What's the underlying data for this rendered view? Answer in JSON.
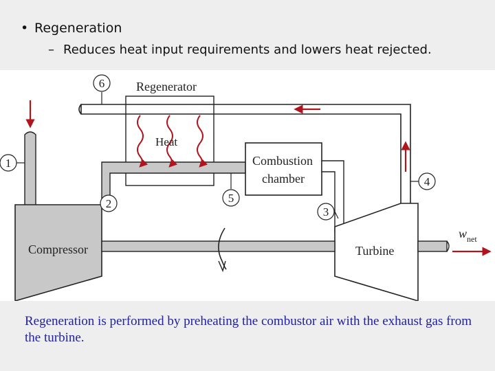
{
  "slide": {
    "bullet": "Regeneration",
    "sub_bullet": "Reduces heat input requirements and lowers heat rejected."
  },
  "diagram": {
    "labels": {
      "regenerator": "Regenerator",
      "heat": "Heat",
      "combustion_line1": "Combustion",
      "combustion_line2": "chamber",
      "compressor": "Compressor",
      "turbine": "Turbine",
      "wnet_main": "w",
      "wnet_sub": "net"
    },
    "states": [
      "1",
      "2",
      "3",
      "4",
      "5",
      "6"
    ],
    "colors": {
      "pipe_fill": "#c8c8c8",
      "flow_arrow": "#b0141c",
      "heat_arrow": "#b0141c",
      "caption_text": "#1f1fa0"
    }
  },
  "caption": "Regeneration is performed by preheating the combustor air with the exhaust gas from the turbine."
}
